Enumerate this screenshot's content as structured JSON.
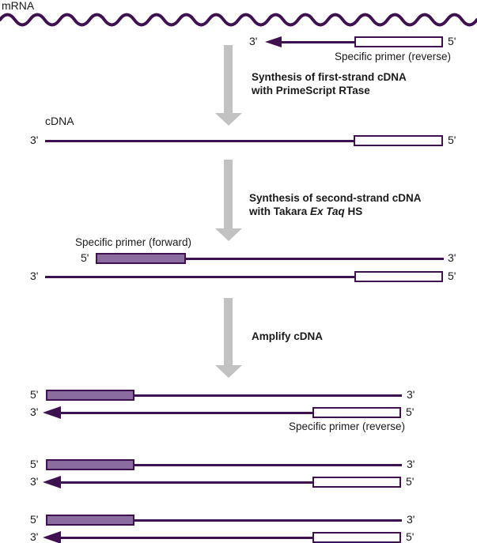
{
  "colors": {
    "purple_dark": "#3E1151",
    "purple_fill": "#8A6CA0",
    "arrow_gray": "#C2C2C2",
    "text": "#1A1A1A"
  },
  "labels": {
    "mrna": "mRNA",
    "cdna": "cDNA",
    "three_prime": "3'",
    "five_prime": "5'",
    "specific_primer_reverse": "Specific primer (reverse)",
    "specific_primer_forward": "Specific primer (forward)"
  },
  "steps": [
    {
      "line1": "Synthesis of first-strand cDNA",
      "line2_a": "with PrimeScript RTase",
      "line2_i": "",
      "line2_b": ""
    },
    {
      "line1": "Synthesis of second-strand cDNA",
      "line2_a": "with Takara ",
      "line2_i": "Ex Taq",
      "line2_b": " HS"
    },
    {
      "line1": "Amplify cDNA",
      "line2_a": "",
      "line2_i": "",
      "line2_b": ""
    }
  ]
}
